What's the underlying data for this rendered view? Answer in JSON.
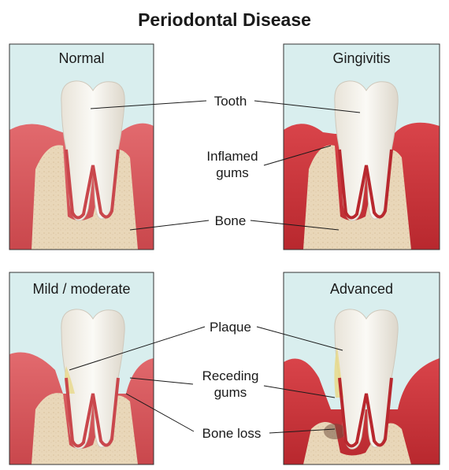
{
  "title": "Periodontal Disease",
  "panels": [
    {
      "label": "Normal"
    },
    {
      "label": "Gingivitis"
    },
    {
      "label": "Mild / moderate"
    },
    {
      "label": "Advanced"
    }
  ],
  "callouts": {
    "tooth": "Tooth",
    "inflamed_gums_line1": "Inflamed",
    "inflamed_gums_line2": "gums",
    "bone": "Bone",
    "plaque": "Plaque",
    "receding_gums_line1": "Receding",
    "receding_gums_line2": "gums",
    "bone_loss": "Bone loss"
  },
  "colors": {
    "background_sky": "#d9eeee",
    "gum": "#d85a5e",
    "gum_inflamed": "#c8343a",
    "bone": "#e9d7b9",
    "tooth": "#f2eee6",
    "plaque": "#e8d98a",
    "panel_border": "#333333"
  }
}
